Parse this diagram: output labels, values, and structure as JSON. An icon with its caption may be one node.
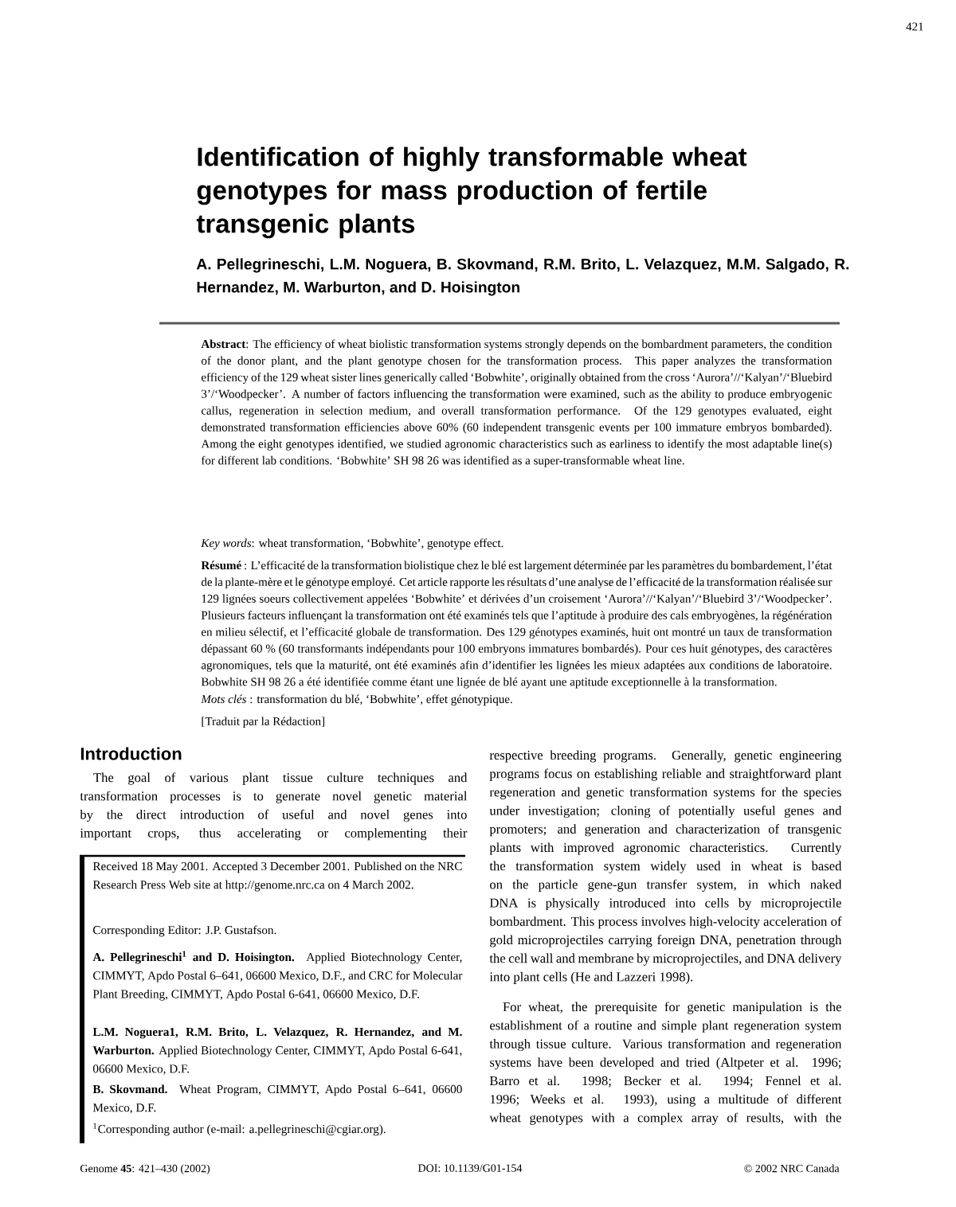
{
  "diagram": {
    "title": "Identification of highly transformable wheat genotypes for mass production of fertile transgenic plants",
    "labels": [
      "421",
      "A. Pellegrineschi, L.M. Noguera, B. Skovmand, R.M. Brito, L. Velazquez, M.M. Salgado, R. Hernandez, M. Warburton, and D. Hoisington",
      "**Abstract**: The efficiency of wheat biolistic transformation systems strongly depends on the bombardment parameters, the condition of the donor plant, and the plant genotype chosen for the transformation process. This paper analyzes the transformation efficiency of the 129 wheat sister lines generically called ‘Bobwhite’, originally obtained from the cross ‘Aurora’//‘Kalyan’/‘Bluebird 3’/‘Woodpecker’. A number of factors influencing the transformation were examined, such as the ability to produce embryogenic callus, regeneration in selection medium, and overall transformation performance. Of the 129 genotypes evaluated, eight demonstrated transformation efficiencies above 60% (60 independent transgenic events per 100 immature embryos bombarded). Among the eight genotypes identified, we studied agronomic characteristics such as earliness to identify the most adaptable line(s) for different lab conditions. ‘Bobwhite’ SH 98 26 was identified as a super-transformable wheat line.",
      "*Key words*: wheat transformation, ‘Bobwhite’, genotype effect.",
      "**Résumé** : L’efficacité de la transformation biolistique chez le blé est largement déterminée par les paramètres du bombardement, l’état de la plante-mère et le génotype employé. Cet article rapporte les résultats d’une analyse de l’efficacité de la transformation réalisée sur 129 lignées soeurs collectivement appelées ‘Bobwhite’ et dérivées d’un croisement ‘Aurora’//‘Kalyan’/‘Bluebird 3’/‘Woodpecker’. Plusieurs facteurs influençant la transformation ont été examinés tels que l’aptitude à produire des cals embryogènes, la régénération en milieu sélectif, et l’efficacité globale de transformation. Des 129 génotypes examinés, huit ont montré un taux de transformation dépassant 60 % (60 transformants indépendants pour 100 embryons immatures bombardés). Pour ces huit génotypes, des caractères agronomiques, tels que la maturité, ont été examinés afin d’identifier les lignées les mieux adaptées aux conditions de laboratoire. Bobwhite SH 98 26 a été identifiée comme étant une lignée de blé ayant une aptitude exceptionnelle à la transformation.",
      "*Mots clés* : transformation du blé, ‘Bobwhite’, effet génotypique.",
      "[Traduit par la Rédaction]",
      "Introduction",
      "The goal of various plant tissue culture techniques and transformation processes is to generate novel genetic material by the direct introduction of useful and novel genes into important crops, thus accelerating or complementing their",
      "Received 18 May 2001. Accepted 3 December 2001. Published on the NRC Research Press Web site at http://genome.nrc.ca on 4 March 2002.",
      "Corresponding Editor: J.P. Gustafson.",
      "**A. Pellegrineschi$^{1}$ and D. Hoisington.** Applied Biotechnology Center, CIMMYT, Apdo Postal 6–641, 06600 Mexico, D.F., and CRC for Molecular Plant Breeding, CIMMYT, Apdo Postal 6-641, 06600 Mexico, D.F.",
      "**L.M. Noguera1, R.M. Brito, L. Velazquez, R. Hernandez, and M. Warburton.** Applied Biotechnology Center, CIMMYT, Apdo Postal 6-641, 06600 Mexico, D.F.",
      "**B. Skovmand.** Wheat Program, CIMMYT, Apdo Postal 6–641, 06600 Mexico, D.F.",
      "$^{1}$Corresponding author (e-mail: a.pellegrineschi@cgiar.org).",
      "respective breeding programs. Generally, genetic engineering programs focus on establishing reliable and straightforward plant regeneration and genetic transformation systems for the species under investigation; cloning of potentially useful genes and promoters; and generation and characterization of transgenic plants with improved agronomic characteristics. Currently the transformation system widely used in wheat is based on the particle gene-gun transfer system, in which naked DNA is physically introduced into cells by microprojectile bombardment. This process involves high-velocity acceleration of gold microprojectiles carrying foreign DNA, penetration through the cell wall and membrane by microprojectiles, and DNA delivery into plant cells (He and Lazzeri 1998).",
      "For wheat, the prerequisite for genetic manipulation is the establishment of a routine and simple plant regeneration system through tissue culture. Various transformation and regeneration systems have been developed and tried (Altpeter et al. 1996; Barro et al. 1998; Becker et al. 1994; Fennel et al. 1996; Weeks et al. 1993), using a multitude of different wheat genotypes with a complex array of results, with the",
      "Genome **45**: 421–430 (2002)",
      "DOI: 10.1139/G01-154",
      "© 2002 NRC Canada"
    ]
  }
}
